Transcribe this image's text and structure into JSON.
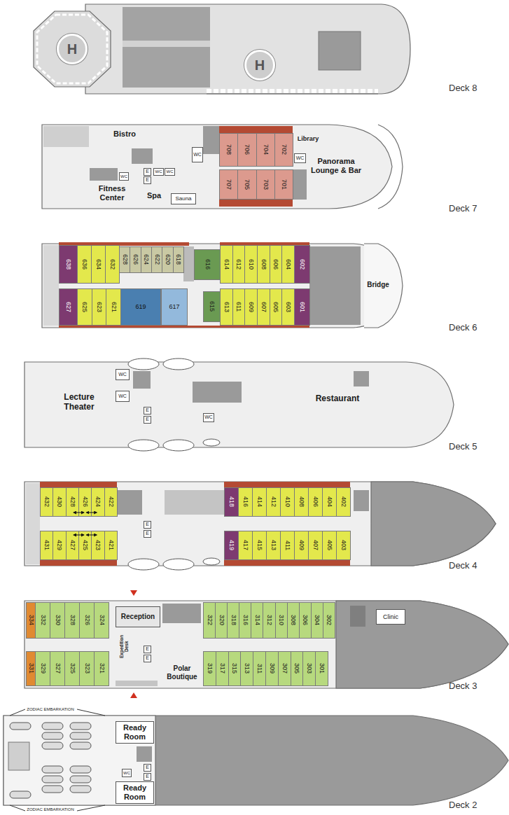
{
  "diagram": {
    "nodes": [
      {
        "text": [
          "H"
        ]
      },
      {
        "text": [
          "H"
        ]
      },
      {
        "text": [
          "WC"
        ]
      },
      {
        "text": [
          "708"
        ]
      },
      {
        "text": [
          "706"
        ]
      },
      {
        "text": [
          "704"
        ]
      },
      {
        "text": [
          "702"
        ]
      },
      {
        "text": [
          "WC"
        ]
      },
      {
        "text": [
          "WC"
        ]
      },
      {
        "text": [
          "E"
        ]
      },
      {
        "text": [
          "WC"
        ]
      },
      {
        "text": [
          "WC"
        ]
      },
      {
        "text": [
          "E"
        ]
      },
      {
        "text": [
          "Sauna"
        ]
      },
      {
        "text": [
          "707"
        ]
      },
      {
        "text": [
          "705"
        ]
      },
      {
        "text": [
          "703"
        ]
      },
      {
        "text": [
          "701"
        ]
      },
      {
        "text": [
          "638"
        ]
      },
      {
        "text": [
          "636"
        ]
      },
      {
        "text": [
          "634"
        ]
      },
      {
        "text": [
          "632"
        ]
      },
      {
        "text": [
          "628"
        ]
      },
      {
        "text": [
          "626"
        ]
      },
      {
        "text": [
          "624"
        ]
      },
      {
        "text": [
          "622"
        ]
      },
      {
        "text": [
          "620"
        ]
      },
      {
        "text": [
          "618"
        ]
      },
      {
        "text": [
          "616"
        ]
      },
      {
        "text": [
          "614"
        ]
      },
      {
        "text": [
          "612"
        ]
      },
      {
        "text": [
          "610"
        ]
      },
      {
        "text": [
          "608"
        ]
      },
      {
        "text": [
          "606"
        ]
      },
      {
        "text": [
          "604"
        ]
      },
      {
        "text": [
          "602"
        ]
      },
      {
        "text": [
          "627"
        ]
      },
      {
        "text": [
          "625"
        ]
      },
      {
        "text": [
          "623"
        ]
      },
      {
        "text": [
          "621"
        ]
      },
      {
        "text": [
          "619"
        ]
      },
      {
        "text": [
          "617"
        ]
      },
      {
        "text": [
          "615"
        ]
      },
      {
        "text": [
          "613"
        ]
      },
      {
        "text": [
          "611"
        ]
      },
      {
        "text": [
          "609"
        ]
      },
      {
        "text": [
          "607"
        ]
      },
      {
        "text": [
          "605"
        ]
      },
      {
        "text": [
          "603"
        ]
      },
      {
        "text": [
          "601"
        ]
      },
      {
        "text": [
          "WC"
        ]
      },
      {
        "text": [
          "WC"
        ]
      },
      {
        "text": [
          "E"
        ]
      },
      {
        "text": [
          "E"
        ]
      },
      {
        "text": [
          "WC"
        ]
      },
      {
        "text": [
          "432"
        ]
      },
      {
        "text": [
          "430"
        ]
      },
      {
        "text": [
          "428"
        ]
      },
      {
        "text": [
          "426"
        ]
      },
      {
        "text": [
          "424"
        ]
      },
      {
        "text": [
          "422"
        ]
      },
      {
        "text": [
          "418"
        ]
      },
      {
        "text": [
          "416"
        ]
      },
      {
        "text": [
          "414"
        ]
      },
      {
        "text": [
          "412"
        ]
      },
      {
        "text": [
          "410"
        ]
      },
      {
        "text": [
          "408"
        ]
      },
      {
        "text": [
          "406"
        ]
      },
      {
        "text": [
          "404"
        ]
      },
      {
        "text": [
          "402"
        ]
      },
      {
        "text": [
          "431"
        ]
      },
      {
        "text": [
          "429"
        ]
      },
      {
        "text": [
          "427"
        ]
      },
      {
        "text": [
          "425"
        ]
      },
      {
        "text": [
          "423"
        ]
      },
      {
        "text": [
          "421"
        ]
      },
      {
        "text": [
          "419"
        ]
      },
      {
        "text": [
          "417"
        ]
      },
      {
        "text": [
          "415"
        ]
      },
      {
        "text": [
          "413"
        ]
      },
      {
        "text": [
          "411"
        ]
      },
      {
        "text": [
          "409"
        ]
      },
      {
        "text": [
          "407"
        ]
      },
      {
        "text": [
          "405"
        ]
      },
      {
        "text": [
          "403"
        ]
      },
      {
        "text": [
          "E"
        ]
      },
      {
        "text": [
          "E"
        ]
      },
      {
        "text": [
          "Reception"
        ]
      },
      {
        "text": [
          "334"
        ]
      },
      {
        "text": [
          "332"
        ]
      },
      {
        "text": [
          "330"
        ]
      },
      {
        "text": [
          "328"
        ]
      },
      {
        "text": [
          "326"
        ]
      },
      {
        "text": [
          "324"
        ]
      },
      {
        "text": [
          "322"
        ]
      },
      {
        "text": [
          "320"
        ]
      },
      {
        "text": [
          "318"
        ]
      },
      {
        "text": [
          "316"
        ]
      },
      {
        "text": [
          "314"
        ]
      },
      {
        "text": [
          "312"
        ]
      },
      {
        "text": [
          "310"
        ]
      },
      {
        "text": [
          "308"
        ]
      },
      {
        "text": [
          "306"
        ]
      },
      {
        "text": [
          "304"
        ]
      },
      {
        "text": [
          "302"
        ]
      },
      {
        "text": [
          "Clinic"
        ]
      },
      {
        "text": [
          "E"
        ]
      },
      {
        "text": [
          "E"
        ]
      },
      {
        "text": [
          "331"
        ]
      },
      {
        "text": [
          "329"
        ]
      },
      {
        "text": [
          "327"
        ]
      },
      {
        "text": [
          "325"
        ]
      },
      {
        "text": [
          "323"
        ]
      },
      {
        "text": [
          "321"
        ]
      },
      {
        "text": [
          "319"
        ]
      },
      {
        "text": [
          "317"
        ]
      },
      {
        "text": [
          "315"
        ]
      },
      {
        "text": [
          "313"
        ]
      },
      {
        "text": [
          "311"
        ]
      },
      {
        "text": [
          "309"
        ]
      },
      {
        "text": [
          "307"
        ]
      },
      {
        "text": [
          "305"
        ]
      },
      {
        "text": [
          "303"
        ]
      },
      {
        "text": [
          "301"
        ]
      },
      {
        "text": [
          "Ready Room"
        ]
      },
      {
        "text": [
          "WC"
        ]
      },
      {
        "text": [
          "E"
        ]
      },
      {
        "text": [
          "E"
        ]
      },
      {
        "text": [
          "Ready Room"
        ]
      }
    ],
    "edges": [
      {
        "from": 57,
        "to": 58,
        "arrow": "both"
      },
      {
        "from": 58,
        "to": 59,
        "arrow": "both"
      },
      {
        "from": 72,
        "to": 73,
        "arrow": "both"
      },
      {
        "from": 73,
        "to": 74,
        "arrow": "both"
      }
    ],
    "labels": [
      "Deck 8",
      "Bistro",
      "Library",
      "Panorama Lounge & Bar",
      "Fitness Center",
      "Spa",
      "Deck 7",
      "Bridge",
      "Deck 6",
      "Lecture Theater",
      "Restaurant",
      "Deck 5",
      "Deck 4",
      "Expedition Desk",
      "Polar Boutique",
      "Deck 3",
      "ZODIAC EMBARKATION",
      "ZODIAC EMBARKATION",
      "Deck 2"
    ]
  }
}
